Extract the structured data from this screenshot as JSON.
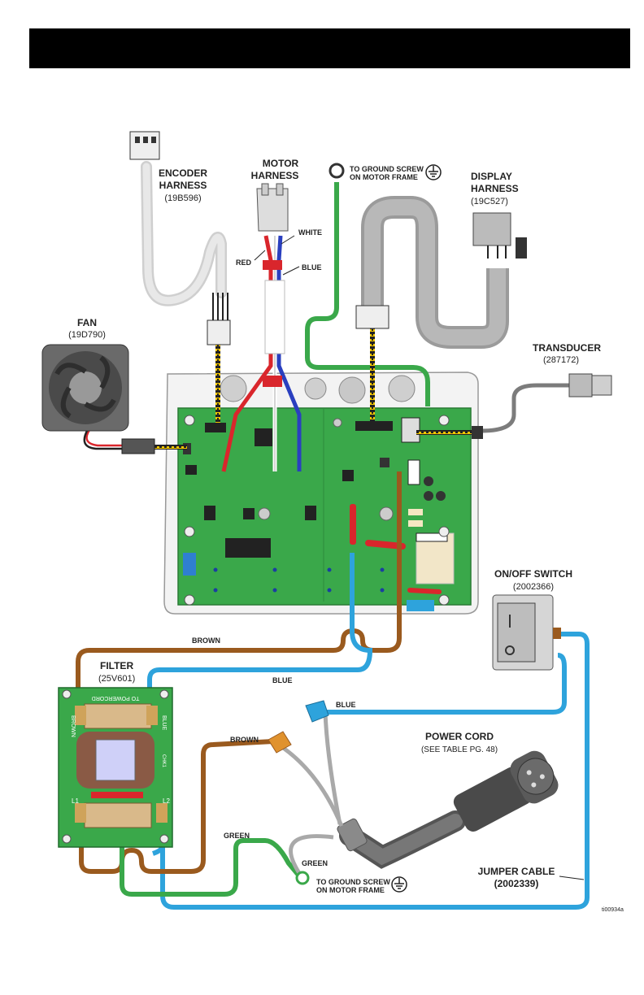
{
  "encoder": {
    "title1": "ENCODER",
    "title2": "HARNESS",
    "part": "(19B596)"
  },
  "motor": {
    "title1": "MOTOR",
    "title2": "HARNESS",
    "white": "WHITE",
    "red": "RED",
    "blue": "BLUE"
  },
  "ground_top": {
    "line1": "TO GROUND SCREW",
    "line2": "ON MOTOR FRAME"
  },
  "display": {
    "title1": "DISPLAY",
    "title2": "HARNESS",
    "part": "(19C527)"
  },
  "fan": {
    "title": "FAN",
    "part": "(19D790)"
  },
  "transducer": {
    "title": "TRANSDUCER",
    "part": "(287172)"
  },
  "onoff": {
    "title": "ON/OFF SWITCH",
    "part": "(2002366)"
  },
  "wires": {
    "brown_top": "BROWN",
    "blue_mid": "BLUE",
    "blue_right": "BLUE",
    "brown_left": "BROWN",
    "green1": "GREEN",
    "green2": "GREEN"
  },
  "filter": {
    "title": "FILTER",
    "part": "(25V601)",
    "board_top": "TO POWERCORD",
    "board_brown": "BROWN",
    "board_blue": "BLUE",
    "board_l1": "L1",
    "board_l2": "L2",
    "board_chk": "CHK1"
  },
  "power_cord": {
    "title": "POWER CORD",
    "note": "(SEE TABLE PG. 48)"
  },
  "ground_bottom": {
    "line1": "TO GROUND SCREW",
    "line2": "ON MOTOR FRAME"
  },
  "jumper": {
    "title1": "JUMPER CABLE",
    "title2": "(2002339)"
  },
  "figure_id": "ti00934a",
  "colors": {
    "board": "#3aa84a",
    "brown": "#9a5a1e",
    "blue": "#2ea3dc",
    "green": "#3aa84a",
    "red": "#d9262c",
    "wireblue": "#2a3fbf",
    "header": "#000000"
  }
}
